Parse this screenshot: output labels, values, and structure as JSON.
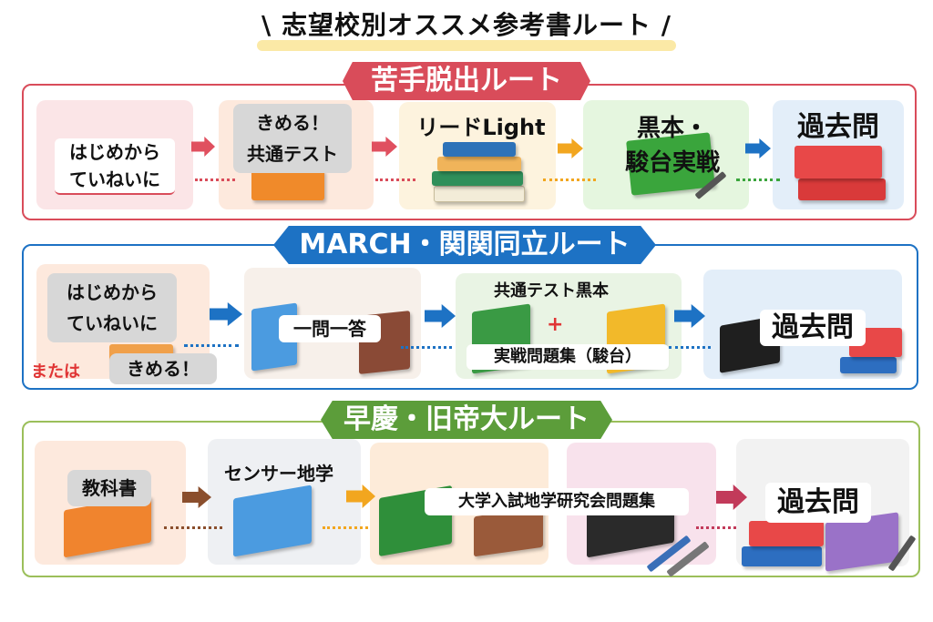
{
  "title": "\\ 志望校別オススメ参考書ルート /",
  "routes": [
    {
      "name": "苦手脱出ルート",
      "color": "#d94c5a",
      "steps": [
        "はじめから\nていねいに",
        "きめる！\n共通テスト",
        "リードLight",
        "黒本・\n駿台実戦",
        "過去問"
      ]
    },
    {
      "name": "MARCH・関関同立ルート",
      "color": "#1d72c4",
      "steps": [
        "はじめから\nていねいに",
        "きめる！",
        "一問一答",
        "共通テスト黒本",
        "実戦問題集（駿台）",
        "過去問"
      ],
      "or_label": "または",
      "plus": "+"
    },
    {
      "name": "早慶・旧帝大ルート",
      "color": "#5c9d3a",
      "steps": [
        "教科書",
        "センサー地学",
        "大学入試地学研究会問題集",
        "過去問"
      ]
    }
  ],
  "icons": [
    "arrow-right-icon",
    "book-icon",
    "pencil-icon",
    "plus-icon"
  ]
}
